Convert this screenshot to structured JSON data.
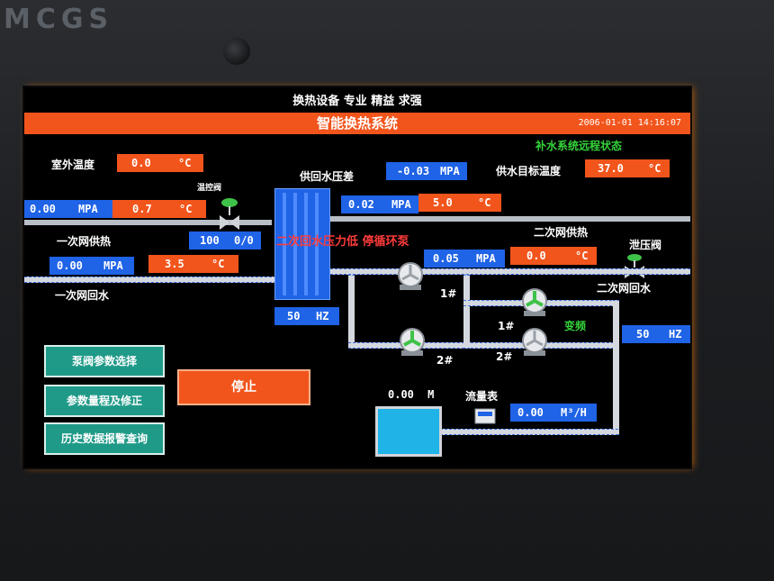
{
  "bezel": {
    "logo": "MCGS"
  },
  "header": {
    "slogan": "换热设备 专业 精益 求强",
    "title": "智能换热系统",
    "datetime": "2006-01-01   14:16:07"
  },
  "status": {
    "remote_status": "补水系统远程状态",
    "alarm": "二次回水压力低 停循环泵",
    "vfd_label": "变频"
  },
  "outdoor": {
    "label": "室外温度",
    "value": "0.0",
    "unit": "°C"
  },
  "diff_pressure": {
    "label": "供回水压差",
    "value": "-0.03",
    "unit": "MPA"
  },
  "target_temp": {
    "label": "供水目标温度",
    "value": "37.0",
    "unit": "°C"
  },
  "primary_supply": {
    "label": "一次网供热",
    "pressure": "0.00",
    "pressure_unit": "MPA",
    "temp": "0.7",
    "temp_unit": "°C"
  },
  "primary_return": {
    "label": "一次网回水",
    "pressure": "0.00",
    "pressure_unit": "MPA",
    "temp": "3.5",
    "temp_unit": "°C"
  },
  "control_valve": {
    "label": "温控阀",
    "value": "100",
    "unit": "0/0"
  },
  "secondary_supply": {
    "label": "二次网供热",
    "pressure": "0.02",
    "pressure_unit": "MPA",
    "temp": "5.0",
    "temp_unit": "°C"
  },
  "secondary_return": {
    "label": "二次网回水",
    "pressure": "0.05",
    "pressure_unit": "MPA",
    "temp": "0.0",
    "temp_unit": "°C"
  },
  "relief_valve": {
    "label": "泄压阀"
  },
  "heat_exchanger": {
    "freq": "50",
    "freq_unit": "HZ"
  },
  "circ_pumps": [
    {
      "label": "1#"
    },
    {
      "label": "2#"
    }
  ],
  "makeup_pumps": [
    {
      "label": "1#"
    },
    {
      "label": "2#"
    }
  ],
  "makeup_freq": {
    "value": "50",
    "unit": "HZ"
  },
  "tank_level": {
    "value": "0.00",
    "unit": "M"
  },
  "flow_meter": {
    "label": "流量表",
    "value": "0.00",
    "unit": "M³/H"
  },
  "buttons": {
    "pump_valve": "泵阀参数选择",
    "param_range": "参数量程及修正",
    "history": "历史数据报警查询",
    "stop": "停止"
  },
  "colors": {
    "accent": "#f2551c",
    "value_blue": "#1f63e6",
    "ok_green": "#35d33a",
    "alarm_red": "#ff3b3b",
    "button_teal": "#1f9a88"
  }
}
